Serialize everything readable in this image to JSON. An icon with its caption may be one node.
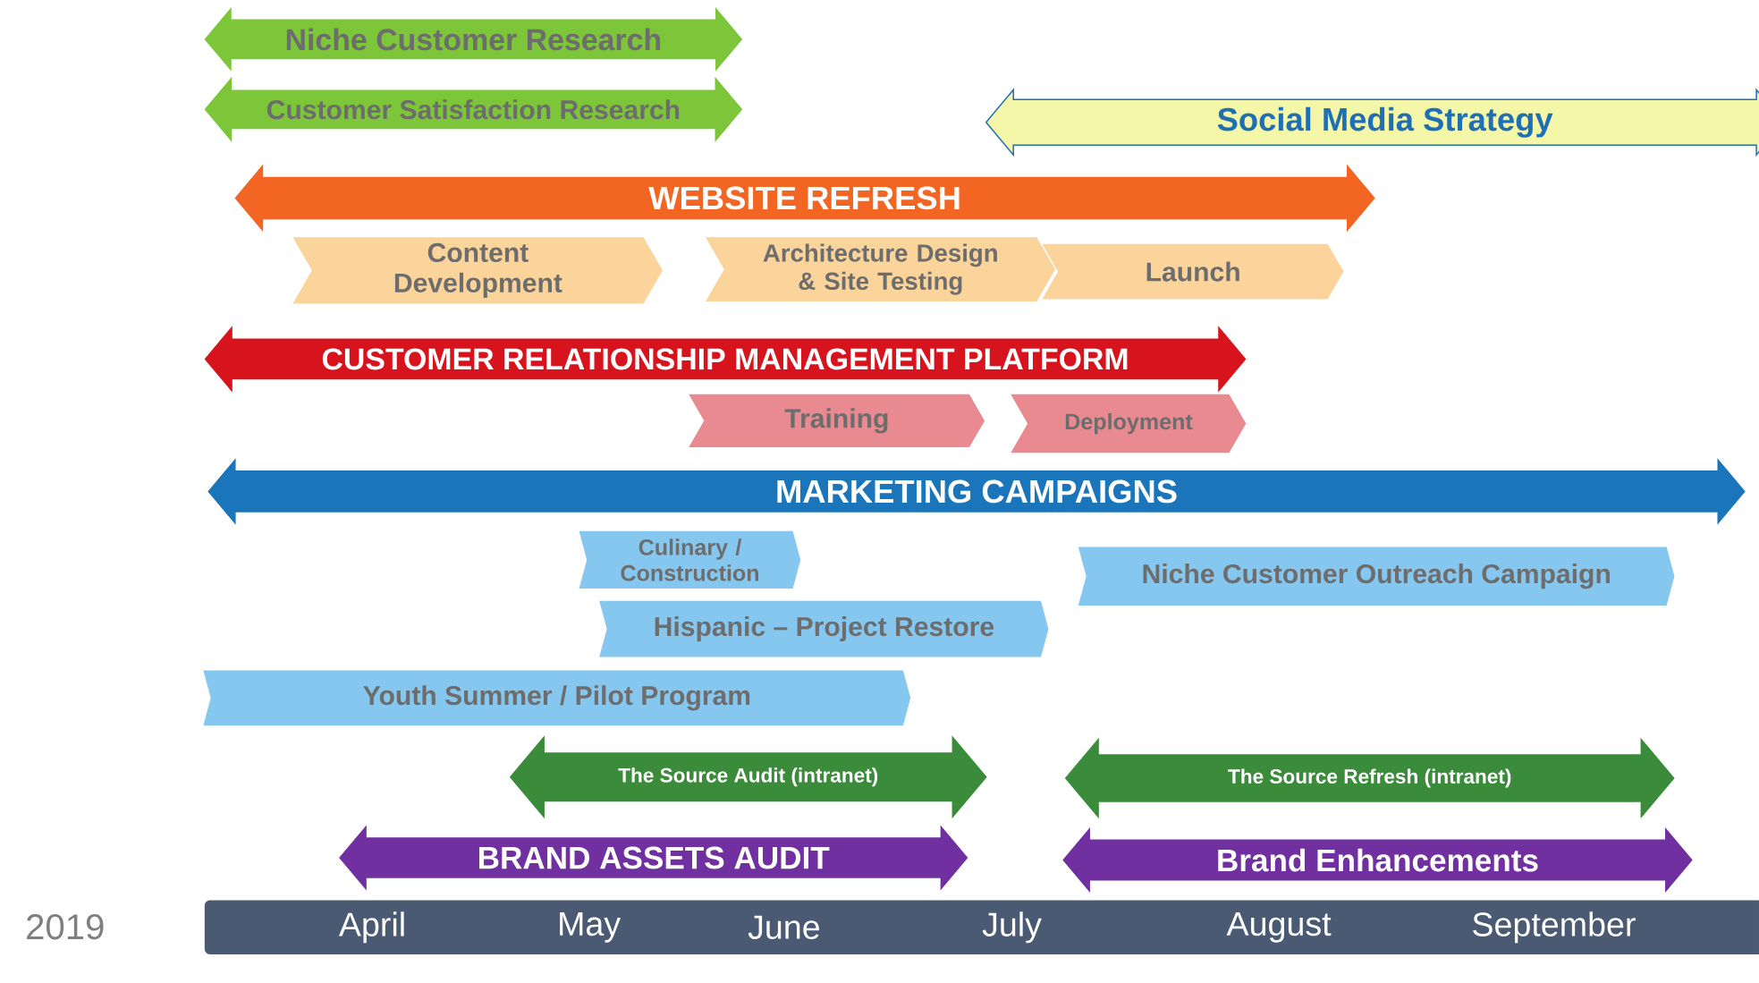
{
  "diagram": {
    "nodes": [
      {
        "text": [
          "Niche Customer Research"
        ]
      },
      {
        "text": [
          "Customer Satisfaction Research"
        ]
      },
      {
        "text": [
          "Social Media Strategy"
        ]
      },
      {
        "text": [
          "WEBSITE REFRESH"
        ]
      },
      {
        "text": [
          "Content Development"
        ]
      },
      {
        "text": [
          "Architecture Design & Site Testing"
        ]
      },
      {
        "text": [
          "Launch"
        ]
      },
      {
        "text": [
          "CUSTOMER RELATIONSHIP MANAGEMENT PLATFORM"
        ]
      },
      {
        "text": [
          "Training"
        ]
      },
      {
        "text": [
          "Deployment"
        ]
      },
      {
        "text": [
          "MARKETING CAMPAIGNS"
        ]
      },
      {
        "text": [
          "Culinary / Construction"
        ]
      },
      {
        "text": [
          "Niche Customer Outreach Campaign"
        ]
      },
      {
        "text": [
          "Hispanic – Project Restore"
        ]
      },
      {
        "text": [
          "Youth Summer / Pilot Program"
        ]
      },
      {
        "text": [
          "The Source Audit (intranet)"
        ]
      },
      {
        "text": [
          "The Source Refresh (intranet)"
        ]
      },
      {
        "text": [
          "BRAND ASSETS AUDIT"
        ]
      },
      {
        "text": [
          "Brand Enhancements"
        ]
      },
      {
        "text": [
          "April",
          "May",
          "June",
          "July",
          "August",
          "September"
        ]
      }
    ],
    "labels": [
      "2019"
    ]
  }
}
